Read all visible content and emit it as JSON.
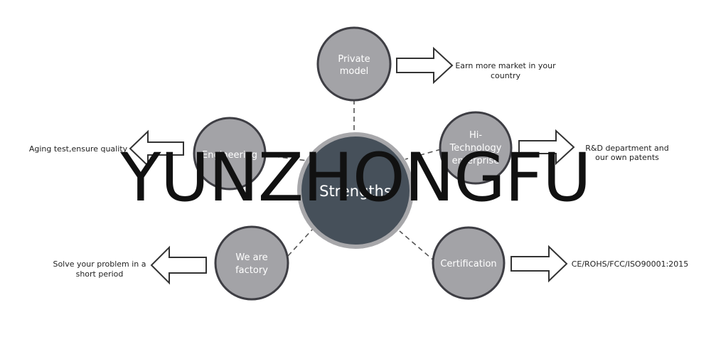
{
  "center": {
    "label": "Strengths"
  },
  "nodes": [
    {
      "id": "private-model",
      "lines": [
        "Private",
        "model"
      ],
      "note": [
        "Earn more market in your",
        "country"
      ]
    },
    {
      "id": "engineering",
      "lines": [
        "Engineering"
      ],
      "note": [
        "Aging test,ensure quality"
      ]
    },
    {
      "id": "hi-technology",
      "lines": [
        "Hi-",
        "Technology",
        "enterprise"
      ],
      "note": [
        "R&D department and",
        "our  own patents"
      ]
    },
    {
      "id": "we-are-factory",
      "lines": [
        "We are",
        "factory"
      ],
      "note": [
        "Solve your problem in a",
        "short period"
      ]
    },
    {
      "id": "certification",
      "lines": [
        "Certification"
      ],
      "note": [
        "CE/ROHS/FCC/ISO90001:2015"
      ]
    }
  ],
  "watermark": "YUNZHONGFU",
  "colors": {
    "node_fill": "#a3a3a7",
    "node_stroke": "#3e3e44",
    "center_fill": "#46505a",
    "center_ring": "#a7a7aa",
    "connector": "#555555"
  }
}
